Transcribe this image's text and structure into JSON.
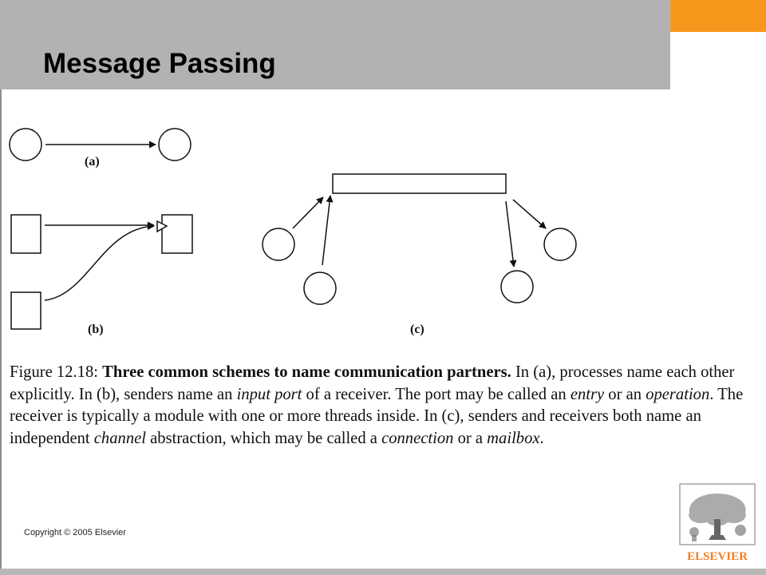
{
  "slide": {
    "title": "Message Passing",
    "colors": {
      "header": "#b2b2b2",
      "accent": "#f7981d",
      "logo": "#f47d20"
    }
  },
  "diagram": {
    "label_a": "(a)",
    "label_b": "(b)",
    "label_c": "(c)"
  },
  "caption": {
    "fig_label": "Figure 12.18: ",
    "bold_title": "Three common schemes to name communication partners.",
    "t1": " In (a), processes name each other explicitly. In (b), senders name an ",
    "i1": "input port",
    "t2": " of a receiver. The port may be called an ",
    "i2": "entry",
    "t3": " or an ",
    "i3": "operation",
    "t4": ". The receiver is typically a module with one or more threads inside. In (c), senders and receivers both name an independent ",
    "i4": "channel",
    "t5": " abstraction, which may be called a ",
    "i5": "connection",
    "t6": " or a ",
    "i6": "mailbox",
    "t7": "."
  },
  "footer": {
    "copyright": "Copyright © 2005 Elsevier",
    "logo_text": "ELSEVIER"
  }
}
